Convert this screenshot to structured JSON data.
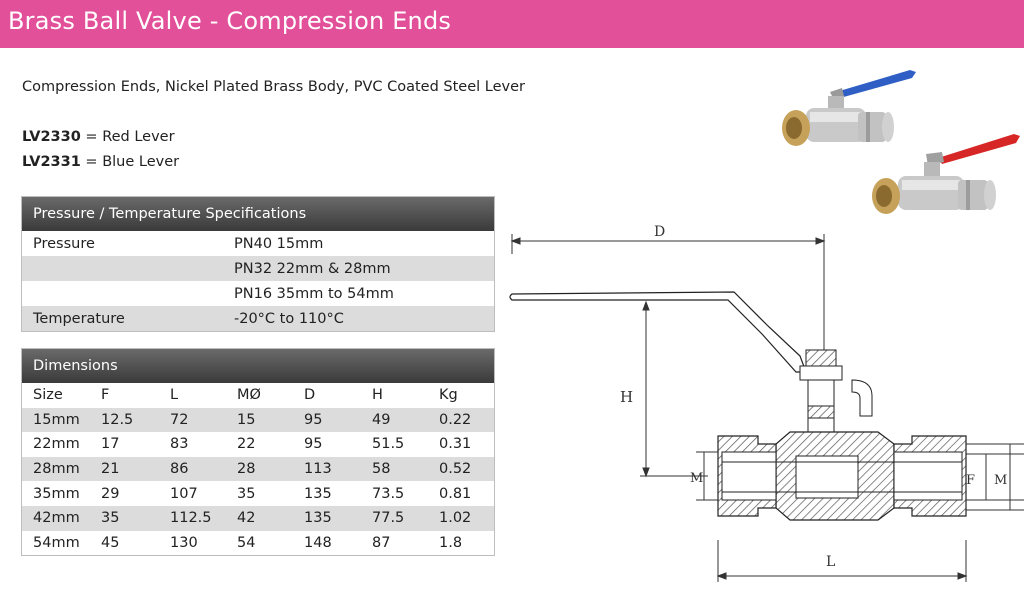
{
  "header": {
    "title": "Brass Ball Valve - Compression Ends"
  },
  "intro": {
    "description": "Compression Ends, Nickel Plated Brass Body, PVC Coated Steel Lever",
    "codes": [
      {
        "code": "LV2330",
        "rest": " = Red Lever"
      },
      {
        "code": "LV2331",
        "rest": " = Blue Lever"
      }
    ]
  },
  "pressure_table": {
    "heading": "Pressure / Temperature Specifications",
    "rows": [
      [
        "Pressure",
        "PN40 15mm"
      ],
      [
        "",
        "PN32 22mm & 28mm"
      ],
      [
        "",
        "PN16 35mm to 54mm"
      ],
      [
        "Temperature",
        "-20°C to 110°C"
      ]
    ]
  },
  "dimensions_table": {
    "heading": "Dimensions",
    "columns": [
      "Size",
      "F",
      "L",
      "MØ",
      "D",
      "H",
      "Kg"
    ],
    "rows": [
      [
        "15mm",
        "12.5",
        "72",
        "15",
        "95",
        "49",
        "0.22"
      ],
      [
        "22mm",
        "17",
        "83",
        "22",
        "95",
        "51.5",
        "0.31"
      ],
      [
        "28mm",
        "21",
        "86",
        "28",
        "113",
        "58",
        "0.52"
      ],
      [
        "35mm",
        "29",
        "107",
        "35",
        "135",
        "73.5",
        "0.81"
      ],
      [
        "42mm",
        "35",
        "112.5",
        "42",
        "135",
        "77.5",
        "1.02"
      ],
      [
        "54mm",
        "45",
        "130",
        "54",
        "148",
        "87",
        "1.8"
      ]
    ]
  },
  "drawing": {
    "labels": {
      "D": "D",
      "H": "H",
      "M_left": "M",
      "F": "F",
      "M_right": "M",
      "L": "L"
    }
  },
  "colors": {
    "header": "#e2509a",
    "blue_lever": "#2f5fc4",
    "red_lever": "#d62626",
    "hatch": "#555555"
  }
}
